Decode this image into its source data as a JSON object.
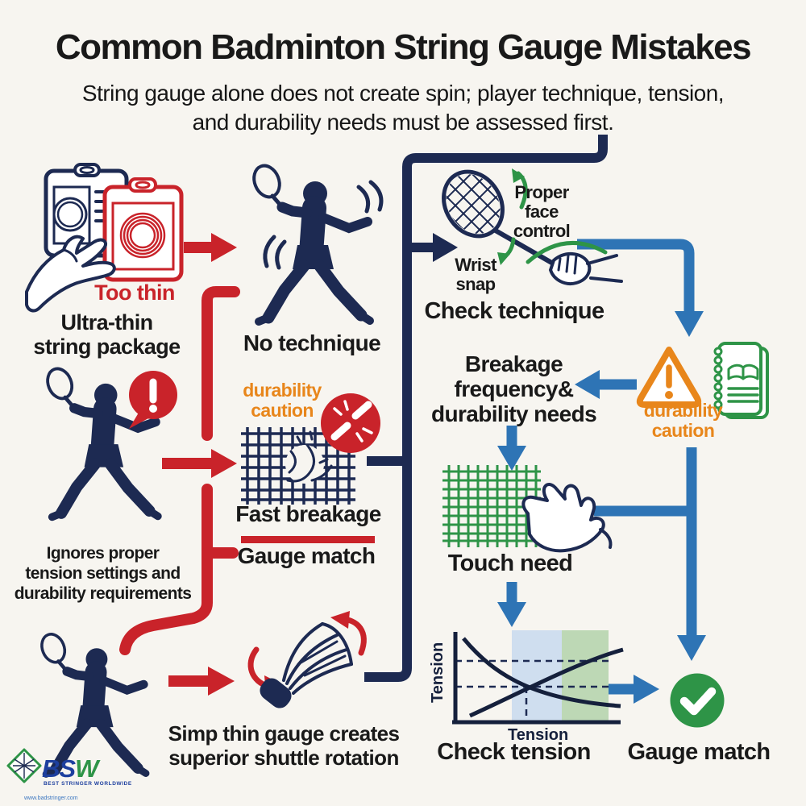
{
  "colors": {
    "navy": "#1d2a52",
    "red": "#c9232a",
    "orange": "#e8861b",
    "green": "#2e9447",
    "blue": "#2e74b5",
    "text": "#191919",
    "band_blue": "#cfdeef",
    "band_green": "#bdd8b5",
    "logo_blue": "#1d3f9e"
  },
  "header": {
    "title": "Common Badminton String Gauge Mistakes",
    "subtitle": [
      "String gauge alone does not create spin; player technique, tension,",
      "and durability needs must be assessed first."
    ]
  },
  "flow": {
    "package": {
      "badge": "Too thin",
      "label": [
        "Ultra-thin",
        "string package"
      ]
    },
    "no_technique": {
      "label": "No technique"
    },
    "check_technique": {
      "face": [
        "Proper",
        "face",
        "control"
      ],
      "wrist": [
        "Wrist",
        "snap"
      ],
      "label": "Check technique"
    },
    "fast_breakage": {
      "caution": [
        "durability",
        "caution"
      ],
      "label": "Fast breakage",
      "match": "Gauge match"
    },
    "ignores": {
      "label": [
        "Ignores proper",
        "tension settings and",
        "durability requirements"
      ]
    },
    "breakage_needs": {
      "label": [
        "Breakage",
        "frequency&",
        "durability needs"
      ]
    },
    "durability_caution": {
      "label": [
        "durability",
        "caution"
      ]
    },
    "touch_need": {
      "label": "Touch need"
    },
    "shuttle": {
      "label": [
        "Simp thin gauge creates",
        "superior shuttle rotation"
      ]
    },
    "check_tension": {
      "label": "Check tension",
      "x_axis": "Tension",
      "y_axis": "Tension"
    },
    "gauge_match": {
      "label": "Gauge match"
    }
  },
  "footer": {
    "logo_part1": "BS",
    "logo_part2": "W",
    "tagline": "BEST STRINGER WORLDWIDE",
    "website": "www.badstringer.com"
  },
  "icons": {
    "string_package": "string-package-icon",
    "hand": "hand-icon",
    "player": "badminton-player-icon",
    "racket": "racket-icon",
    "warning_bubble": "exclamation-bubble-icon",
    "broken_string_badge": "broken-string-badge-icon",
    "warning_triangle": "warning-triangle-icon",
    "notebook": "notebook-icon",
    "string_grid": "string-grid-icon",
    "shuttlecock": "shuttlecock-icon",
    "check_circle": "check-circle-icon"
  },
  "chart_data": {
    "type": "line",
    "title": "Check tension",
    "xlabel": "Tension",
    "ylabel": "Tension",
    "series": [
      {
        "name": "descending-curve",
        "x": [
          0,
          25,
          50,
          75,
          100
        ],
        "y": [
          95,
          58,
          35,
          18,
          10
        ]
      },
      {
        "name": "ascending-curve",
        "x": [
          0,
          25,
          50,
          75,
          100
        ],
        "y": [
          8,
          30,
          52,
          70,
          82
        ]
      }
    ],
    "annotations": [
      "dashed crosshair at curve intersection",
      "light blue mid band",
      "light green right band"
    ],
    "grid": false,
    "legend": false
  }
}
